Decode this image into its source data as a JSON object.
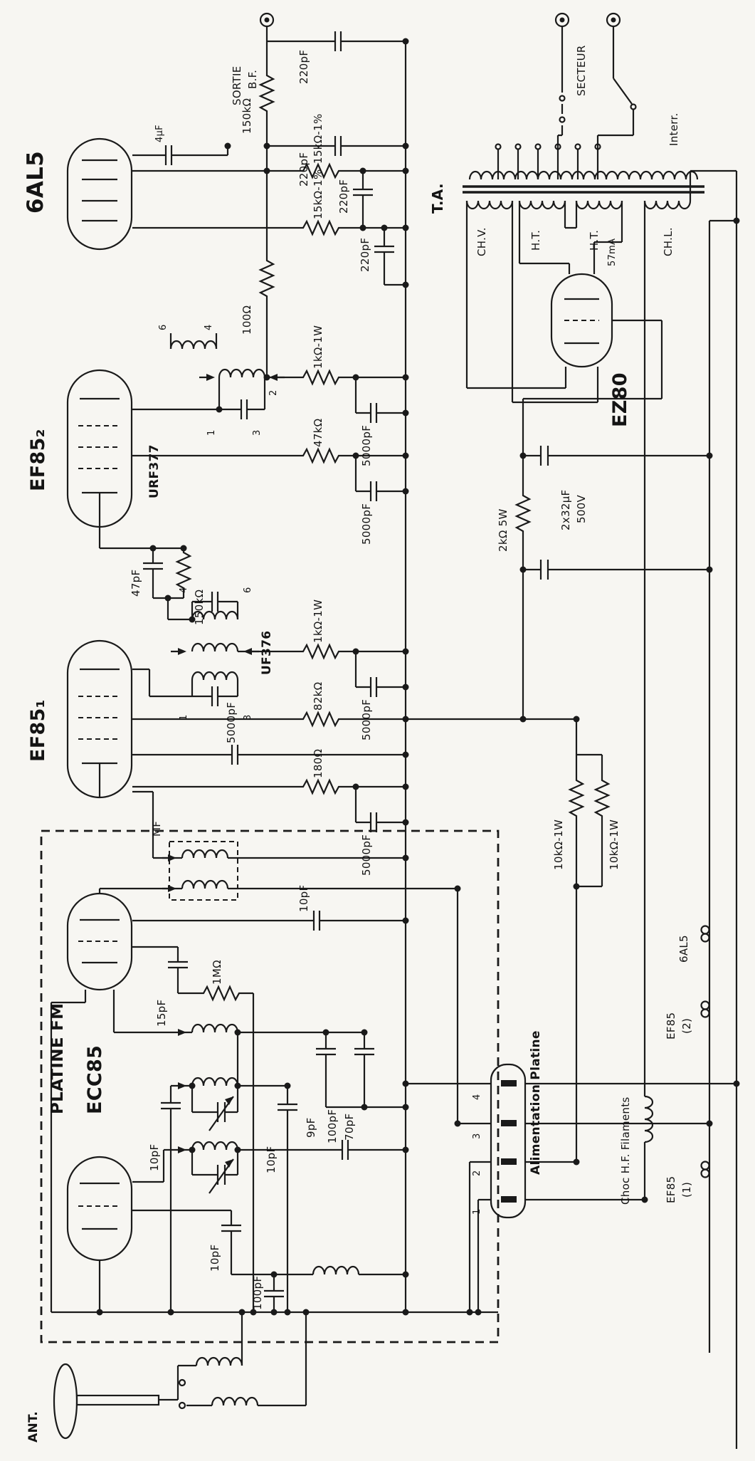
{
  "labels": {
    "sortie": "SORTIE",
    "bf": "B.F.",
    "c220a": "220pF",
    "c220b": "220pF",
    "c220c": "220pF",
    "c220d": "220pF",
    "r150k_top": "150kΩ",
    "tube_6al5": "6AL5",
    "c4uf": "4µF",
    "r15k_a": "15kΩ-1%",
    "r15k_b": "15kΩ-1%",
    "r100": "100Ω",
    "urf377": "URF377",
    "urf_p6": "6",
    "urf_p4": "4",
    "urf_p1": "1",
    "urf_p3": "3",
    "urf_p2": "2",
    "r1k_a": "1kΩ-1W",
    "c5000a": "5000pF",
    "tube_ef85_2": "EF85₂",
    "r47k": "47kΩ",
    "c5000b": "5000pF",
    "c47p": "47pF",
    "r150k_b": "150kΩ",
    "uf376": "UF376",
    "uf_p4": "4",
    "uf_p6": "6",
    "uf_p1": "1",
    "uf_p3": "3",
    "r1k_b": "1kΩ-1W",
    "c5000c": "5000pF",
    "tube_ef85_1": "EF85₁",
    "r82k": "82kΩ",
    "c5000d": "5000pF",
    "r180": "180Ω",
    "c5000e": "5000pF",
    "mf": "MF",
    "platine_fm": "PLATINE FM",
    "tube_ecc85": "ECC85",
    "c15p": "15pF",
    "c10pa": "10pF",
    "r1m": "1MΩ",
    "c9p": "9pF",
    "c70p": "70pF",
    "c10pb": "10pF",
    "c10pc": "10pF",
    "c100pa": "100pF",
    "c10pd": "10pF",
    "c100pb": "100pF",
    "ant": "ANT.",
    "secteur": "SECTEUR",
    "interr": "Interr.",
    "ta": "T.A.",
    "chv": "CH.V.",
    "ht_a": "H.T.",
    "ht_b": "H.T.",
    "chl": "CH.L.",
    "i57": "57mA",
    "tube_ez80": "EZ80",
    "r2k": "2kΩ 5W",
    "c32_1": "2x32µF",
    "c32_2": "500V",
    "r10k_a": "10kΩ-1W",
    "r10k_b": "10kΩ-1W",
    "alim": "Alimentation Platine",
    "pin1": "1",
    "pin2": "2",
    "pin3": "3",
    "pin4": "4",
    "choc": "Choc H.F. Filaments",
    "fil_6al5": "6AL5",
    "fil_ef85_2a": "EF85",
    "fil_ef85_2b": "(2)",
    "fil_ef85_1a": "EF85",
    "fil_ef85_1b": "(1)"
  }
}
